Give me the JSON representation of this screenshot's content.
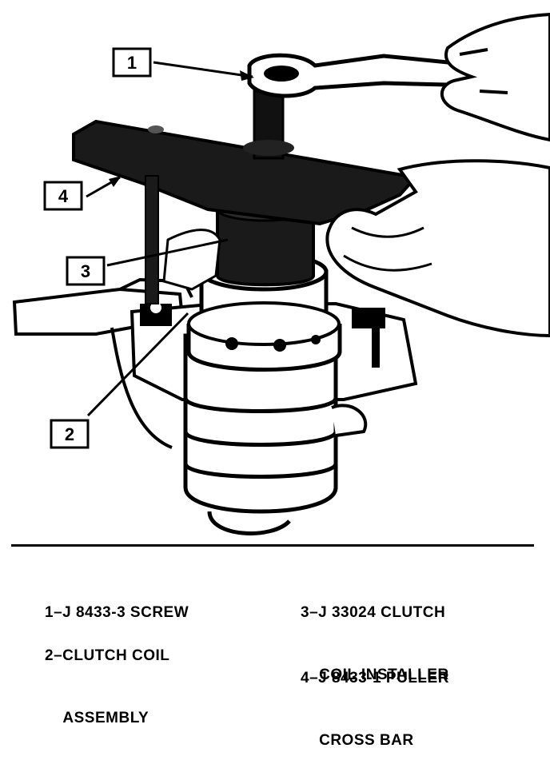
{
  "callouts": {
    "c1": "1",
    "c2": "2",
    "c3": "3",
    "c4": "4"
  },
  "legend": {
    "item1": {
      "line1": "1–J 8433-3 SCREW"
    },
    "item2": {
      "line1": "2–CLUTCH COIL",
      "line2": "    ASSEMBLY"
    },
    "item3": {
      "line1": "3–J 33024 CLUTCH",
      "line2": "    COIL INSTALLER"
    },
    "item4": {
      "line1": "4–J 8433-1 PULLER",
      "line2": "    CROSS BAR"
    }
  }
}
